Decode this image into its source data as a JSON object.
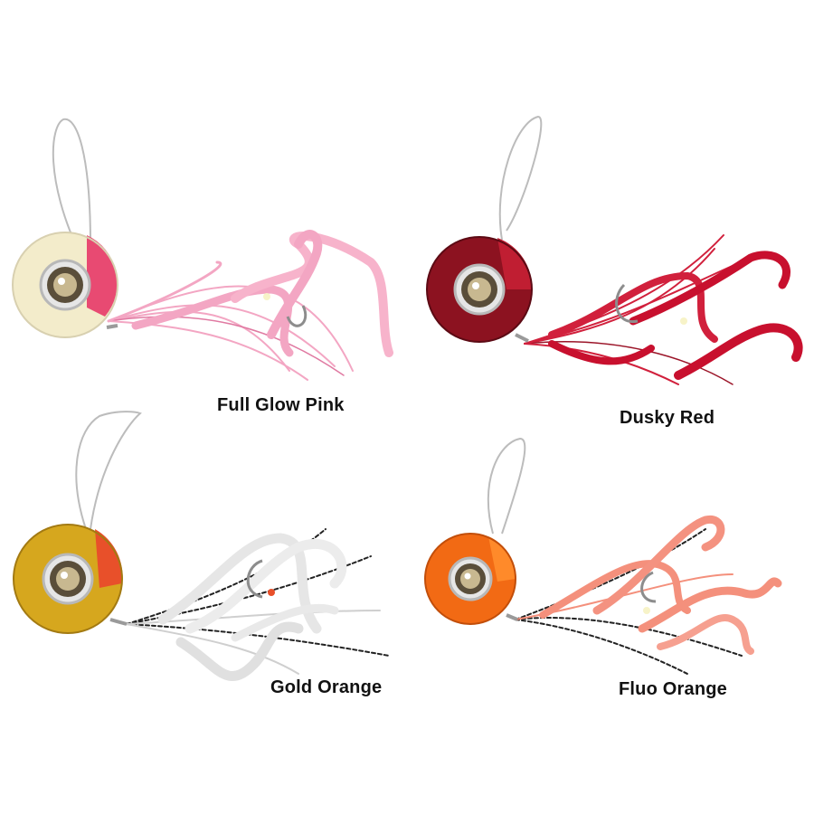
{
  "products": [
    {
      "id": "full-glow-pink",
      "label": "Full Glow Pink",
      "head_color": "#f3eccb",
      "head_accent": "#e84a72",
      "skirt_color": "#f3a6c3",
      "skirt_dark": "#e07aa2"
    },
    {
      "id": "dusky-red",
      "label": "Dusky Red",
      "head_color": "#8c1220",
      "head_accent": "#c01e32",
      "skirt_color": "#d1203c",
      "skirt_dark": "#9b1428"
    },
    {
      "id": "gold-orange",
      "label": "Gold Orange",
      "head_color": "#d6a71e",
      "head_accent": "#e8502a",
      "skirt_color": "#e6e6e6",
      "skirt_dark": "#222222"
    },
    {
      "id": "fluo-orange",
      "label": "Fluo Orange",
      "head_color": "#f26a14",
      "head_accent": "#ff8a2a",
      "skirt_color": "#f4907c",
      "skirt_dark": "#222222"
    }
  ]
}
